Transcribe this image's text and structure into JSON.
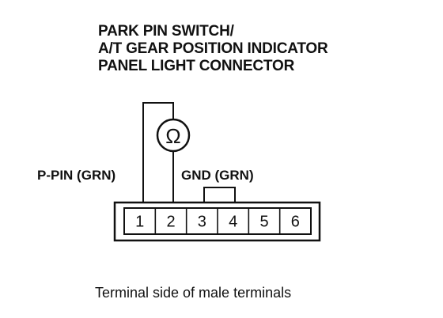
{
  "title": {
    "lines": [
      "PARK PIN SWITCH/",
      "A/T GEAR POSITION INDICATOR",
      "PANEL LIGHT CONNECTOR"
    ]
  },
  "meter": {
    "symbol": "Ω",
    "icon": "ohmmeter-icon"
  },
  "labels": {
    "left_probe": "P-PIN (GRN)",
    "right_probe": "GND (GRN)"
  },
  "connector": {
    "pins": [
      "1",
      "2",
      "3",
      "4",
      "5",
      "6"
    ]
  },
  "caption": "Terminal side of male terminals"
}
